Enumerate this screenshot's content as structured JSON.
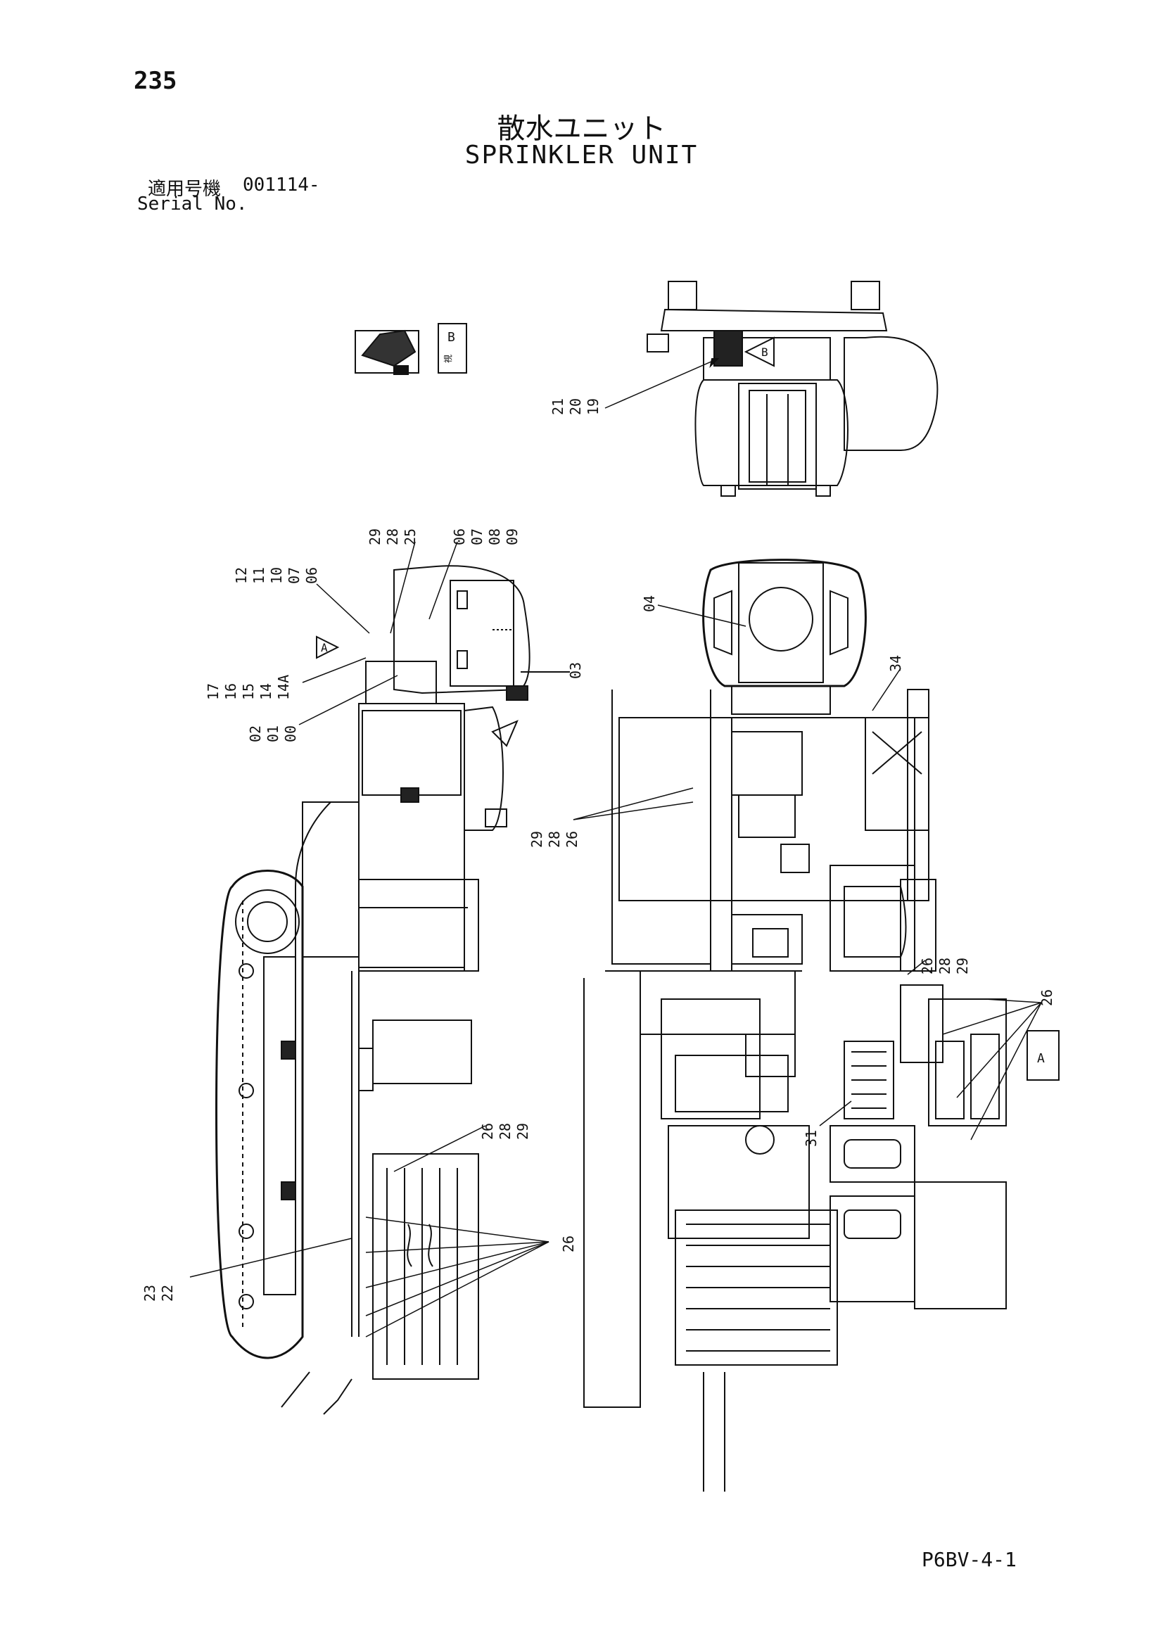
{
  "header": {
    "page_number": "235",
    "title_jp": "散水ユニット",
    "title_en": "SPRINKLER UNIT",
    "serial_label_jp": "適用号機",
    "serial_value": "001114-",
    "serial_label_en": "Serial No."
  },
  "views": {
    "view_a_label": "A",
    "view_b_label": "B",
    "view_mark": "視"
  },
  "callouts": {
    "top_right": [
      "21",
      "20",
      "19"
    ],
    "side_top_a": [
      "12",
      "11",
      "10",
      "07",
      "06"
    ],
    "side_top_b": [
      "29",
      "28",
      "25"
    ],
    "side_top_c": [
      "06",
      "07",
      "08",
      "09"
    ],
    "side_mid_a": [
      "17",
      "16",
      "15",
      "14",
      "14A"
    ],
    "side_mid_b": [
      "02",
      "01",
      "00"
    ],
    "tank_side": "03",
    "tank_top": "04",
    "frame_34": "34",
    "frame_mid": [
      "29",
      "28",
      "26"
    ],
    "right_upper": [
      "26",
      "28",
      "29"
    ],
    "right_26": "26",
    "right_31": "31",
    "side_lower": [
      "26",
      "28",
      "29"
    ],
    "side_lower_26": "26",
    "bottom_left": [
      "23",
      "22"
    ]
  },
  "footer": {
    "code": "P6BV-4-1"
  }
}
